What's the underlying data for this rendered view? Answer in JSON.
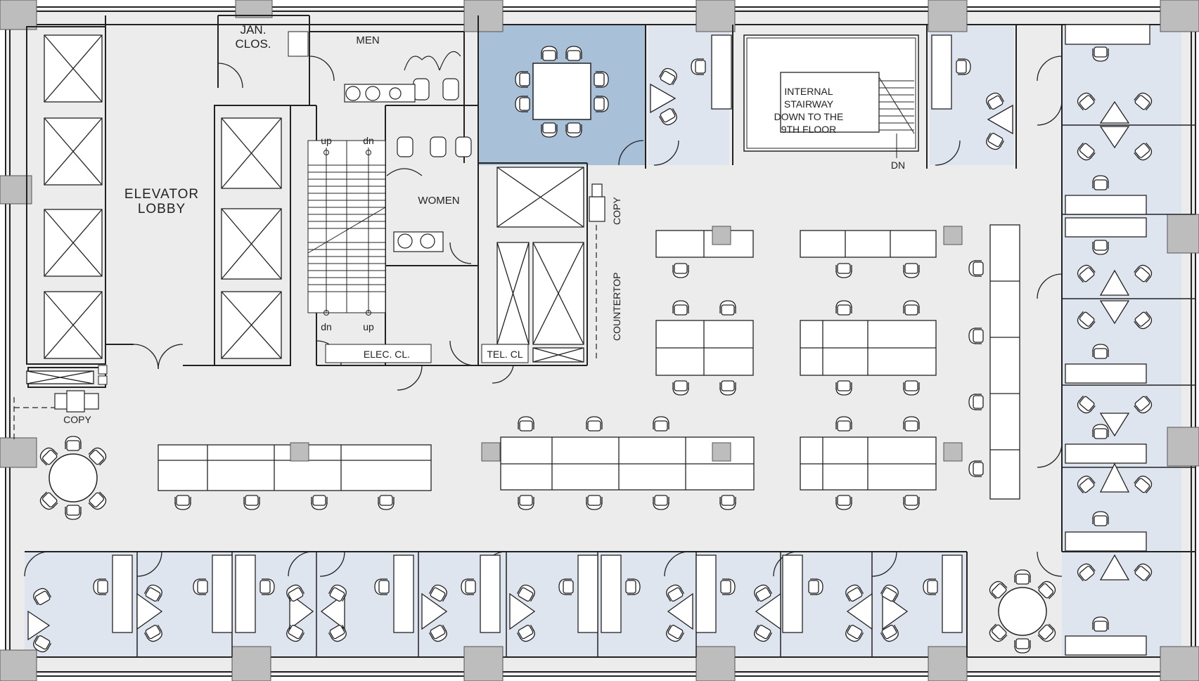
{
  "colors": {
    "floor": "#ececec",
    "office": "#dfe5ee",
    "conference": "#a8c1d8",
    "column": "#bdbdbd",
    "wall": "#222222",
    "furniture": "#ffffff",
    "line": "#1f1f1f"
  },
  "labels": {
    "jan_clos": [
      "JAN.",
      "CLOS."
    ],
    "men": "MEN",
    "women": "WOMEN",
    "elevator_lobby": [
      "ELEVATOR",
      "LOBBY"
    ],
    "stair_up_left": "up",
    "stair_dn_right": "dn",
    "stair_dn_left": "dn",
    "stair_up_right": "up",
    "elec_cl": "ELEC. CL.",
    "tel_cl": "TEL. CL",
    "copy_right": "COPY",
    "countertop": "COUNTERTOP",
    "copy_left": "COPY",
    "internal_stairway": [
      "INTERNAL",
      "STAIRWAY",
      "DOWN TO THE",
      "9TH FLOOR"
    ],
    "stair_dn_internal": "DN"
  },
  "icons": {
    "chair": "office-chair-icon",
    "elevator": "elevator-x-icon",
    "toilet": "toilet-icon",
    "sink": "sink-icon",
    "copier": "copier-icon",
    "door": "door-swing-icon"
  }
}
